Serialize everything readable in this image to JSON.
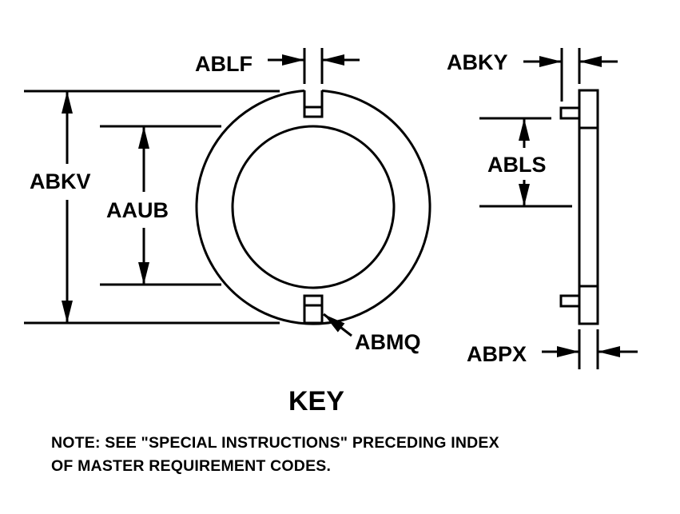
{
  "labels": {
    "ablf": "ABLF",
    "abky": "ABKY",
    "abkv": "ABKV",
    "aaub": "AAUB",
    "abls": "ABLS",
    "abmq": "ABMQ",
    "abpx": "ABPX"
  },
  "title": "KEY",
  "note": {
    "line1": "NOTE: SEE \"SPECIAL INSTRUCTIONS\" PRECEDING INDEX",
    "line2": "OF MASTER REQUIREMENT CODES."
  }
}
